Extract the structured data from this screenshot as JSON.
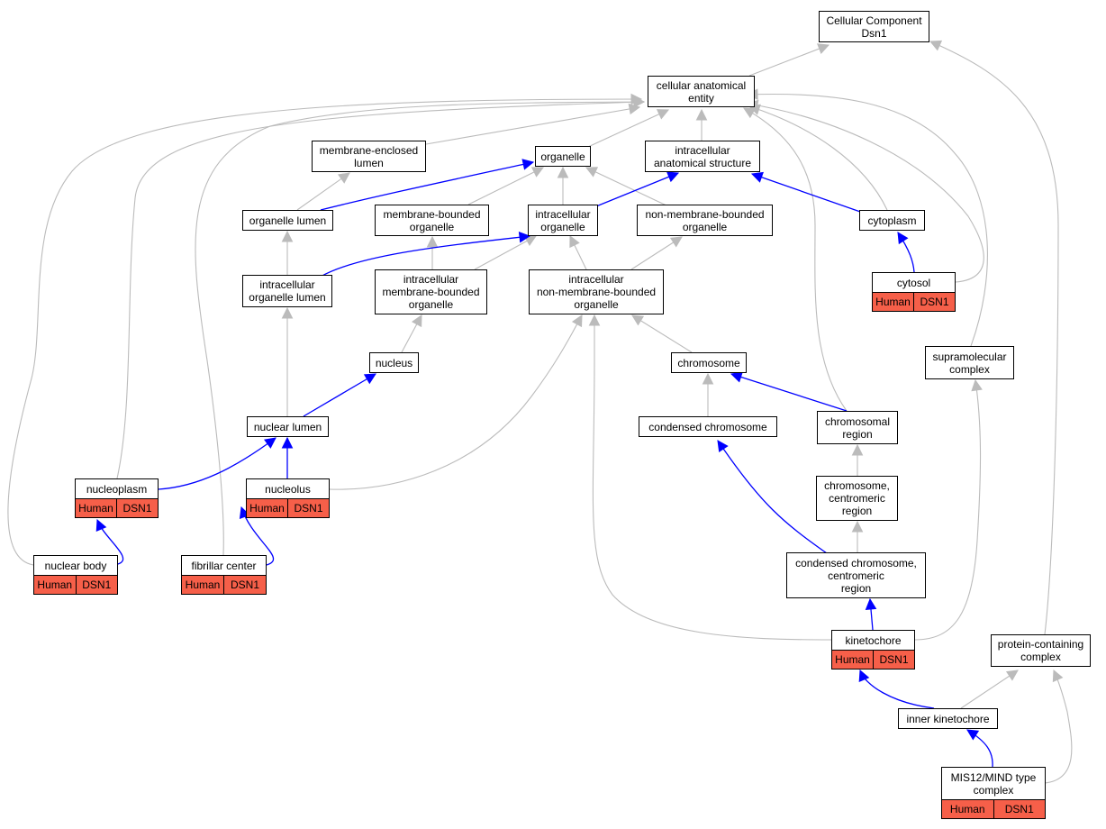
{
  "colors": {
    "is_a_edge": "#bbbbbb",
    "part_of_edge": "#0000ff",
    "annotation_fill": "#f65f49",
    "node_border": "#000000"
  },
  "nodes": [
    {
      "id": "root",
      "label": "Cellular Component\nDsn1"
    },
    {
      "id": "cae",
      "label": "cellular anatomical\nentity"
    },
    {
      "id": "mel",
      "label": "membrane-enclosed\nlumen"
    },
    {
      "id": "org",
      "label": "organelle"
    },
    {
      "id": "ias",
      "label": "intracellular\nanatomical structure"
    },
    {
      "id": "olum",
      "label": "organelle lumen"
    },
    {
      "id": "mbo",
      "label": "membrane-bounded\norganelle"
    },
    {
      "id": "io",
      "label": "intracellular\norganelle"
    },
    {
      "id": "nmbo",
      "label": "non-membrane-bounded\norganelle"
    },
    {
      "id": "cyto",
      "label": "cytoplasm"
    },
    {
      "id": "iol",
      "label": "intracellular\norganelle lumen"
    },
    {
      "id": "imbo",
      "label": "intracellular\nmembrane-bounded\norganelle"
    },
    {
      "id": "inmbo",
      "label": "intracellular\nnon-membrane-bounded\norganelle"
    },
    {
      "id": "cytosol",
      "label": "cytosol",
      "annotations": [
        "Human",
        "DSN1"
      ]
    },
    {
      "id": "nuc",
      "label": "nucleus"
    },
    {
      "id": "chrom",
      "label": "chromosome"
    },
    {
      "id": "smc",
      "label": "supramolecular\ncomplex"
    },
    {
      "id": "nlum",
      "label": "nuclear lumen"
    },
    {
      "id": "cchrom",
      "label": "condensed chromosome"
    },
    {
      "id": "chreg",
      "label": "chromosomal\nregion"
    },
    {
      "id": "nplasm",
      "label": "nucleoplasm",
      "annotations": [
        "Human",
        "DSN1"
      ]
    },
    {
      "id": "nucleolus",
      "label": "nucleolus",
      "annotations": [
        "Human",
        "DSN1"
      ]
    },
    {
      "id": "ccr",
      "label": "chromosome,\ncentromeric\nregion"
    },
    {
      "id": "nbody",
      "label": "nuclear body",
      "annotations": [
        "Human",
        "DSN1"
      ]
    },
    {
      "id": "fc",
      "label": "fibrillar center",
      "annotations": [
        "Human",
        "DSN1"
      ]
    },
    {
      "id": "cccr",
      "label": "condensed chromosome,\ncentromeric\nregion"
    },
    {
      "id": "kin",
      "label": "kinetochore",
      "annotations": [
        "Human",
        "DSN1"
      ]
    },
    {
      "id": "pcc",
      "label": "protein-containing\ncomplex"
    },
    {
      "id": "ik",
      "label": "inner kinetochore"
    },
    {
      "id": "mis12",
      "label": "MIS12/MIND type\ncomplex",
      "annotations": [
        "Human",
        "DSN1"
      ]
    }
  ],
  "edges": [
    {
      "from": "cae",
      "to": "root",
      "type": "is_a"
    },
    {
      "from": "mel",
      "to": "cae",
      "type": "is_a"
    },
    {
      "from": "org",
      "to": "cae",
      "type": "is_a"
    },
    {
      "from": "ias",
      "to": "cae",
      "type": "is_a"
    },
    {
      "from": "olum",
      "to": "mel",
      "type": "is_a"
    },
    {
      "from": "olum",
      "to": "org",
      "type": "part_of"
    },
    {
      "from": "mbo",
      "to": "org",
      "type": "is_a"
    },
    {
      "from": "io",
      "to": "org",
      "type": "is_a"
    },
    {
      "from": "io",
      "to": "ias",
      "type": "part_of"
    },
    {
      "from": "nmbo",
      "to": "org",
      "type": "is_a"
    },
    {
      "from": "cyto",
      "to": "ias",
      "type": "part_of"
    },
    {
      "from": "cyto",
      "to": "cae",
      "type": "is_a"
    },
    {
      "from": "iol",
      "to": "olum",
      "type": "is_a"
    },
    {
      "from": "iol",
      "to": "io",
      "type": "part_of"
    },
    {
      "from": "imbo",
      "to": "mbo",
      "type": "is_a"
    },
    {
      "from": "imbo",
      "to": "io",
      "type": "is_a"
    },
    {
      "from": "inmbo",
      "to": "io",
      "type": "is_a"
    },
    {
      "from": "inmbo",
      "to": "nmbo",
      "type": "is_a"
    },
    {
      "from": "cytosol",
      "to": "cyto",
      "type": "part_of"
    },
    {
      "from": "cytosol",
      "to": "cae",
      "type": "is_a"
    },
    {
      "from": "nuc",
      "to": "imbo",
      "type": "is_a"
    },
    {
      "from": "chrom",
      "to": "inmbo",
      "type": "is_a"
    },
    {
      "from": "smc",
      "to": "cae",
      "type": "is_a"
    },
    {
      "from": "nlum",
      "to": "iol",
      "type": "is_a"
    },
    {
      "from": "nlum",
      "to": "nuc",
      "type": "part_of"
    },
    {
      "from": "cchrom",
      "to": "chrom",
      "type": "is_a"
    },
    {
      "from": "chreg",
      "to": "chrom",
      "type": "part_of"
    },
    {
      "from": "chreg",
      "to": "cae",
      "type": "is_a"
    },
    {
      "from": "nplasm",
      "to": "nlum",
      "type": "part_of"
    },
    {
      "from": "nplasm",
      "to": "cae",
      "type": "is_a"
    },
    {
      "from": "nucleolus",
      "to": "nlum",
      "type": "part_of"
    },
    {
      "from": "nucleolus",
      "to": "inmbo",
      "type": "is_a"
    },
    {
      "from": "ccr",
      "to": "chreg",
      "type": "is_a"
    },
    {
      "from": "nbody",
      "to": "nplasm",
      "type": "part_of"
    },
    {
      "from": "nbody",
      "to": "cae",
      "type": "is_a"
    },
    {
      "from": "fc",
      "to": "nucleolus",
      "type": "part_of"
    },
    {
      "from": "fc",
      "to": "cae",
      "type": "is_a"
    },
    {
      "from": "cccr",
      "to": "ccr",
      "type": "is_a"
    },
    {
      "from": "cccr",
      "to": "cchrom",
      "type": "part_of"
    },
    {
      "from": "kin",
      "to": "cccr",
      "type": "part_of"
    },
    {
      "from": "kin",
      "to": "inmbo",
      "type": "is_a"
    },
    {
      "from": "kin",
      "to": "smc",
      "type": "is_a"
    },
    {
      "from": "pcc",
      "to": "root",
      "type": "is_a"
    },
    {
      "from": "ik",
      "to": "kin",
      "type": "part_of"
    },
    {
      "from": "ik",
      "to": "pcc",
      "type": "is_a"
    },
    {
      "from": "mis12",
      "to": "ik",
      "type": "part_of"
    },
    {
      "from": "mis12",
      "to": "pcc",
      "type": "is_a"
    }
  ]
}
